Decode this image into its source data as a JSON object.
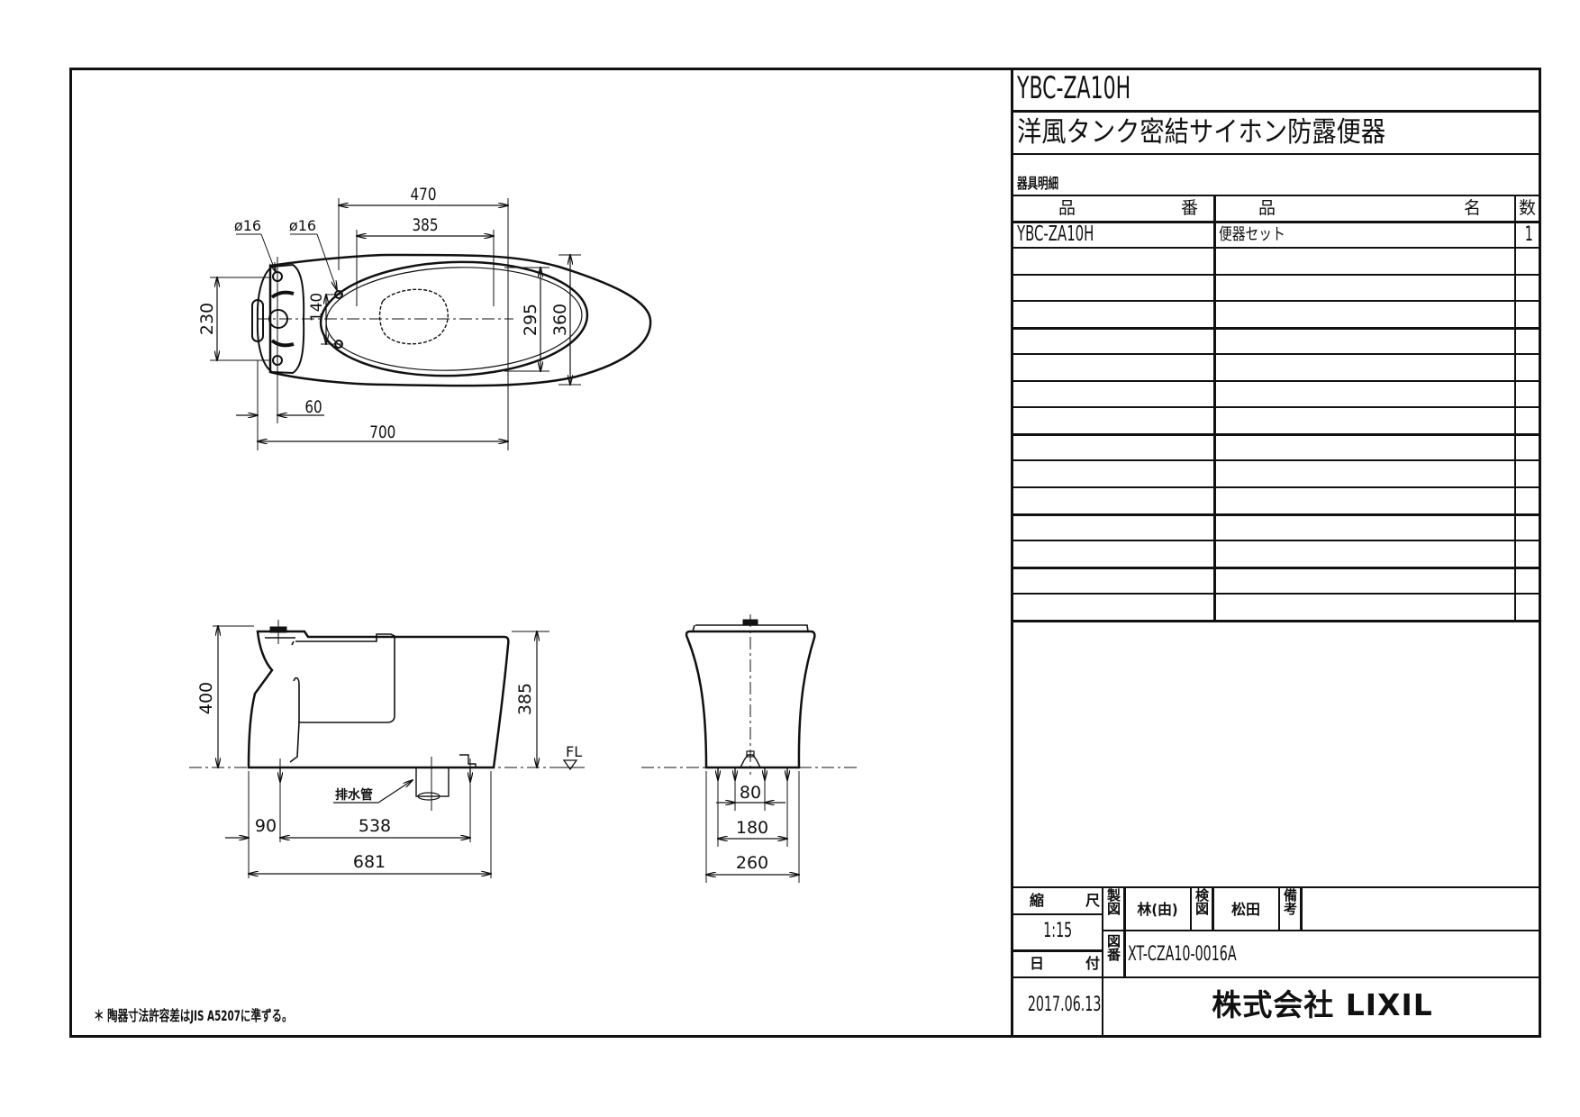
{
  "title_block": {
    "model_number": "YBC-ZA10H",
    "product_name": "洋風タンク密結サイホン防露便器",
    "parts_list_label": "器具明細",
    "headers": {
      "part_no_1": "品",
      "part_no_2": "番",
      "part_name_1": "品",
      "part_name_2": "名",
      "quantity": "数"
    },
    "rows": [
      {
        "part_no": "YBC-ZA10H",
        "part_name": "便器セット",
        "qty": "1"
      },
      {
        "part_no": "",
        "part_name": "",
        "qty": ""
      },
      {
        "part_no": "",
        "part_name": "",
        "qty": ""
      },
      {
        "part_no": "",
        "part_name": "",
        "qty": ""
      },
      {
        "part_no": "",
        "part_name": "",
        "qty": ""
      },
      {
        "part_no": "",
        "part_name": "",
        "qty": ""
      },
      {
        "part_no": "",
        "part_name": "",
        "qty": ""
      },
      {
        "part_no": "",
        "part_name": "",
        "qty": ""
      },
      {
        "part_no": "",
        "part_name": "",
        "qty": ""
      },
      {
        "part_no": "",
        "part_name": "",
        "qty": ""
      },
      {
        "part_no": "",
        "part_name": "",
        "qty": ""
      },
      {
        "part_no": "",
        "part_name": "",
        "qty": ""
      },
      {
        "part_no": "",
        "part_name": "",
        "qty": ""
      },
      {
        "part_no": "",
        "part_name": "",
        "qty": ""
      },
      {
        "part_no": "",
        "part_name": "",
        "qty": ""
      }
    ],
    "footer": {
      "scale_label_1": "縮",
      "scale_label_2": "尺",
      "scale_value": "1:15",
      "drawn_label": "製図",
      "drawn_by": "林(由)",
      "checked_label": "検図",
      "checked_by": "松田",
      "remarks_label": "備考",
      "remarks_value": "",
      "drawing_no_label": "図番",
      "drawing_no": "XT-CZA10-0016A",
      "date_label_1": "日",
      "date_label_2": "付",
      "date_value": "2017.06.13",
      "company": "株式会社 LIXIL"
    }
  },
  "note": "＊ 陶器寸法許容差はJIS A5207に準ずる。",
  "top_view": {
    "dims": {
      "overall_length": "700",
      "bowl_outer": "470",
      "bowl_inner": "385",
      "tank_bolt_span": "230",
      "seat_bolt_span": "140",
      "bowl_width_inner": "295",
      "overall_width": "360",
      "tank_offset": "60",
      "hole_dia_tank": "ø16",
      "hole_dia_seat": "ø16"
    }
  },
  "side_view": {
    "dims": {
      "overall_height": "400",
      "rim_height": "385",
      "floor_level": "FL",
      "wall_to_bolt": "90",
      "bolt_span": "538",
      "overall_depth": "681",
      "drain_label": "排水管"
    }
  },
  "front_view": {
    "dims": {
      "drain_span": "80",
      "bolt_span": "180",
      "overall_width": "260"
    }
  }
}
